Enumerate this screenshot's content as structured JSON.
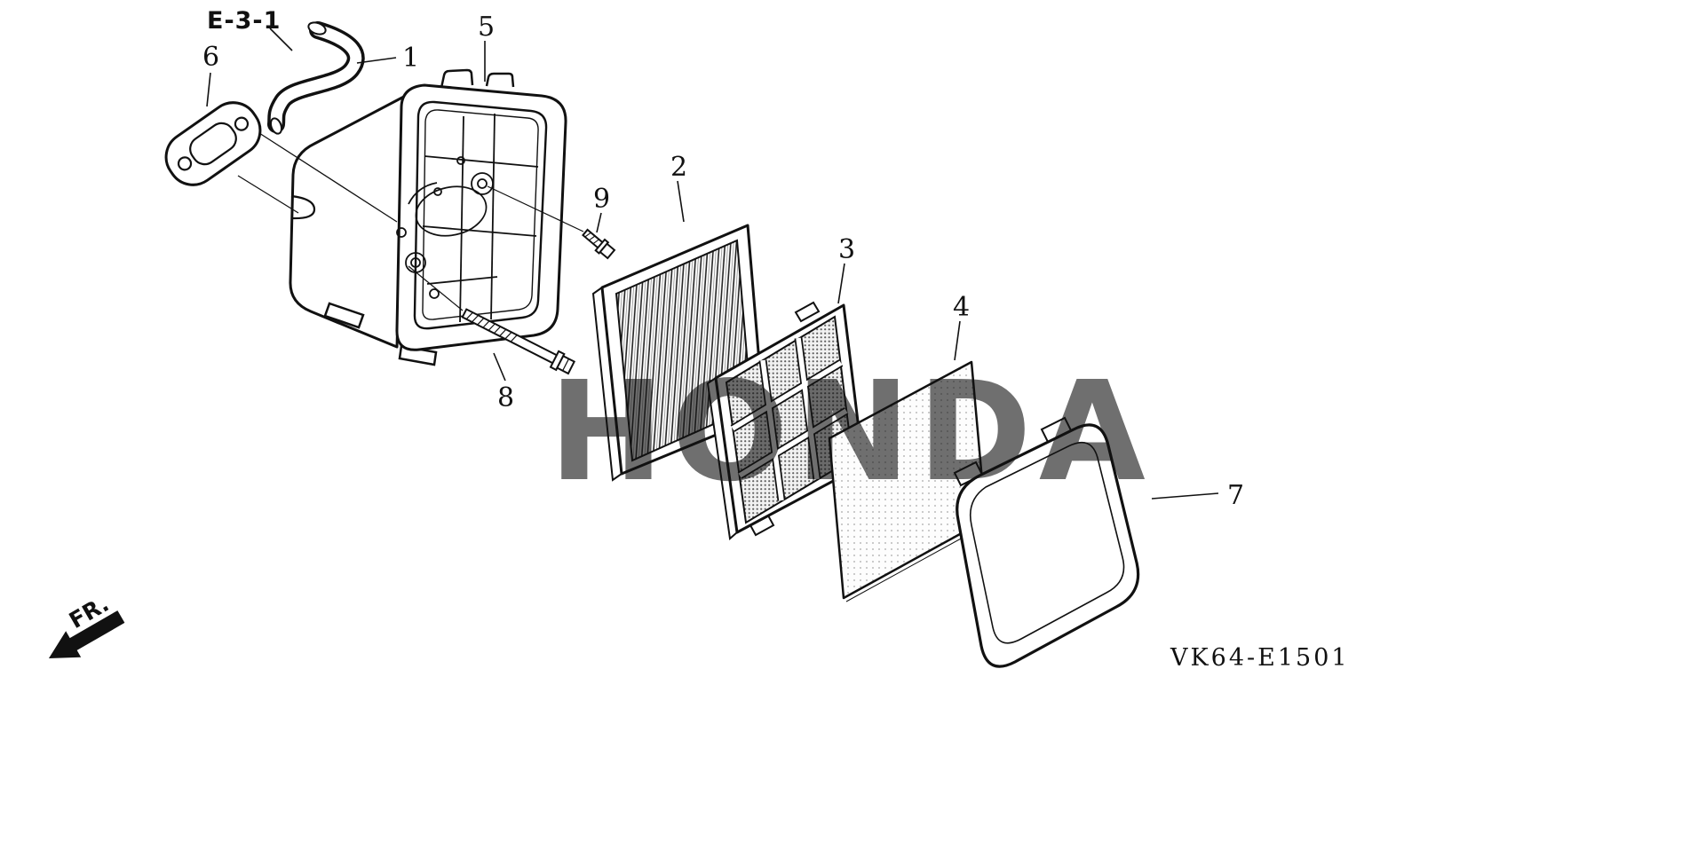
{
  "labels": {
    "reference": "E-3-1",
    "fr": "FR.",
    "code": "VK64-E1501",
    "watermark": "HONDA"
  },
  "callouts": [
    "1",
    "2",
    "3",
    "4",
    "5",
    "6",
    "7",
    "8",
    "9"
  ]
}
